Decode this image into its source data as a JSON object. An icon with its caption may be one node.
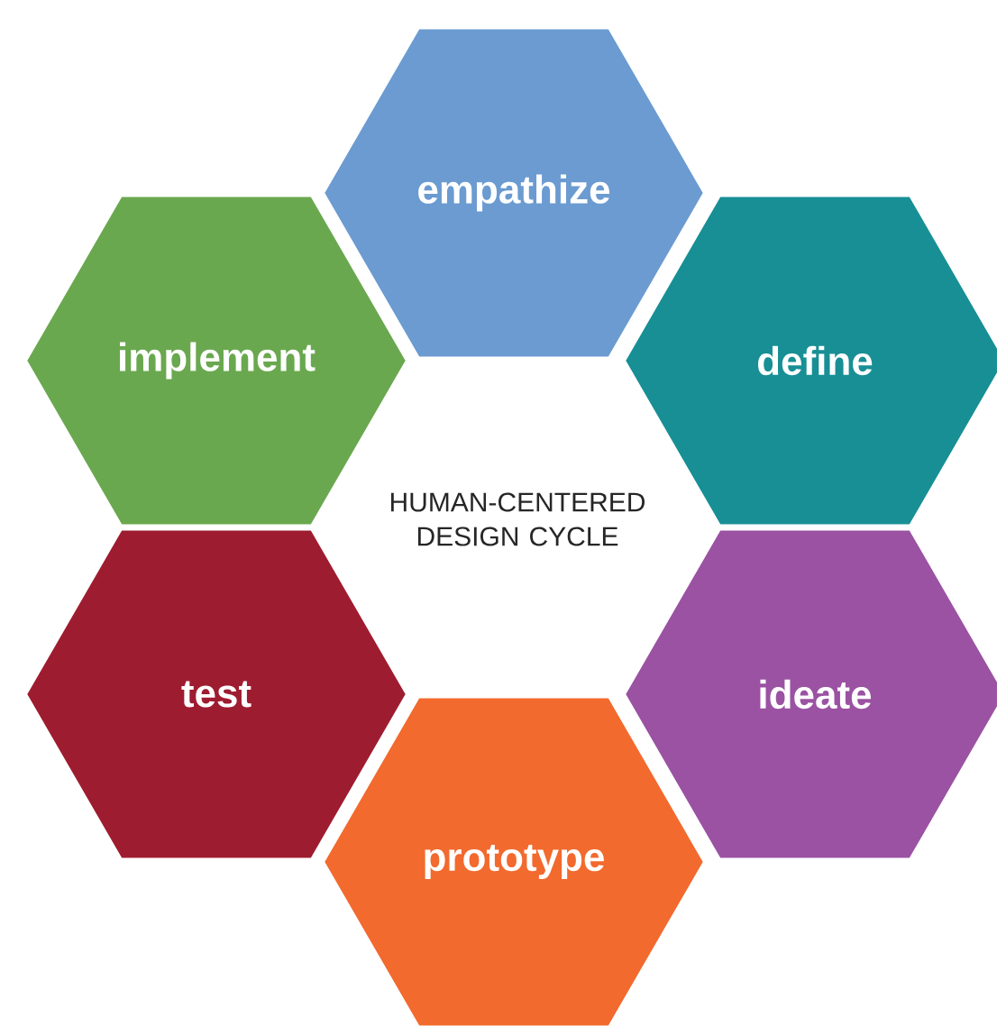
{
  "diagram": {
    "title": "HUMAN-CENTERED DESIGN CYCLE",
    "nodes": [
      {
        "text": [
          "empathize"
        ]
      },
      {
        "text": [
          "implement"
        ]
      },
      {
        "text": [
          "define"
        ]
      },
      {
        "text": [
          "test"
        ]
      },
      {
        "text": [
          "ideate"
        ]
      },
      {
        "text": [
          "prototype"
        ]
      }
    ]
  }
}
